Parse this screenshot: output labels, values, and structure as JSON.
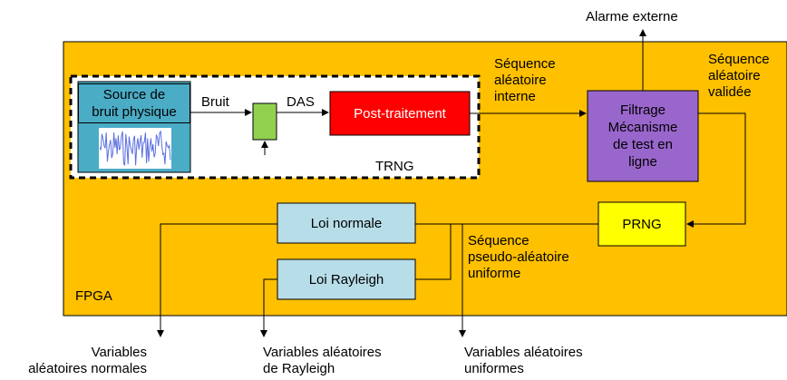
{
  "fpga": {
    "label": "FPGA",
    "color": "#ffc000"
  },
  "trng": {
    "label": "TRNG"
  },
  "source": {
    "label": "Source de\nbruit physique",
    "color": "#4bacc6",
    "noise_color": "#5b6fe0"
  },
  "edges": {
    "bruit": "Bruit",
    "das": "DAS"
  },
  "post_traitement": {
    "label": "Post-traitement",
    "color": "#ff0000"
  },
  "sampler": {
    "color": "#92d050"
  },
  "sequences": {
    "interne": "Séquence\naléatoire\ninterne",
    "validee": "Séquence\naléatoire\nvalidée",
    "pseudo": "Séquence\npseudo-aléatoire\nuniforme"
  },
  "filtrage": {
    "label": "Filtrage\nMécanisme\nde test en\nligne",
    "color": "#9966cc"
  },
  "alarme": "Alarme externe",
  "prng": {
    "label": "PRNG",
    "color": "#ffff00"
  },
  "loi_normale": {
    "label": "Loi normale",
    "color": "#b7dde8"
  },
  "loi_rayleigh": {
    "label": "Loi Rayleigh",
    "color": "#b7dde8"
  },
  "outputs": {
    "normales": "Variables\naléatoires normales",
    "rayleigh": "Variables aléatoires\nde Rayleigh",
    "uniformes": "Variables aléatoires\nuniformes"
  }
}
